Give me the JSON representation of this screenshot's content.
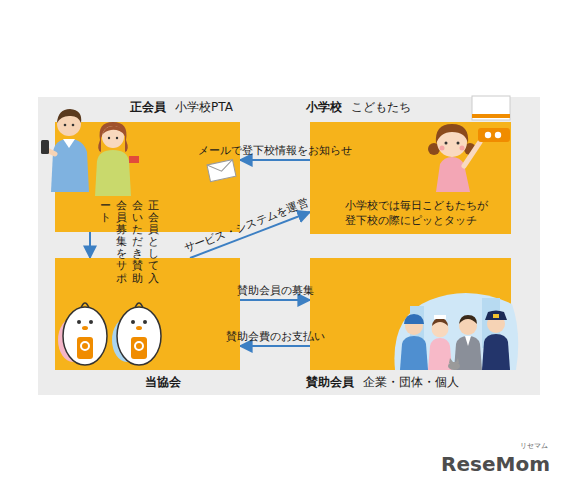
{
  "diagram": {
    "nodes": [
      {
        "text": [
          "正会員",
          "小学校PTA"
        ]
      },
      {
        "text": [
          "小学校",
          "こどもたち",
          "小学校では毎日こどもたちが 登下校の際にピッとタッチ"
        ]
      },
      {
        "text": [
          "当協会"
        ]
      },
      {
        "text": [
          "賛助会員",
          "企業・団体・個人"
        ]
      }
    ],
    "edges": [
      {
        "from": 1,
        "to": 0,
        "label": "メールで登下校情報をお知らせ",
        "arrow": "to"
      },
      {
        "from": 0,
        "to": 2,
        "label": "正会員として入会いただき賛助会員募集をサポート",
        "arrow": "to"
      },
      {
        "from": 2,
        "to": 1,
        "label": "サービス・システムを運営",
        "arrow": "to"
      },
      {
        "from": 2,
        "to": 3,
        "label": "賛助会員の募集",
        "arrow": "to"
      },
      {
        "from": 3,
        "to": 2,
        "label": "賛助会費のお支払い",
        "arrow": "to"
      }
    ],
    "labels": [
      "リセマム",
      "ReseMom"
    ]
  }
}
